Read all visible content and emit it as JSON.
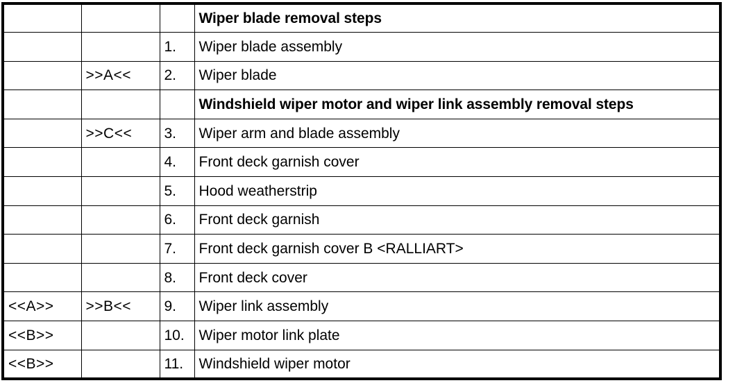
{
  "table": {
    "title": "Wiper blade removal steps table",
    "border_color": "#000000",
    "background_color": "#ffffff",
    "columns": [
      {
        "key": "ref_left",
        "header": ""
      },
      {
        "key": "ref_mid",
        "header": ""
      },
      {
        "key": "number",
        "header": ""
      },
      {
        "key": "description",
        "header": ""
      }
    ],
    "rows": [
      {
        "type": "section",
        "ref_left": "",
        "ref_mid": "",
        "number": "",
        "description": "Wiper blade removal steps"
      },
      {
        "type": "item",
        "ref_left": "",
        "ref_mid": "",
        "number": "1.",
        "description": "Wiper blade assembly"
      },
      {
        "type": "item",
        "ref_left": "",
        "ref_mid": ">>A<<",
        "number": "2.",
        "description": "Wiper blade"
      },
      {
        "type": "section",
        "ref_left": "",
        "ref_mid": "",
        "number": "",
        "description": "Windshield wiper motor and wiper link assembly removal steps"
      },
      {
        "type": "item",
        "ref_left": "",
        "ref_mid": ">>C<<",
        "number": "3.",
        "description": "Wiper arm and blade assembly"
      },
      {
        "type": "item",
        "ref_left": "",
        "ref_mid": "",
        "number": "4.",
        "description": "Front deck garnish cover"
      },
      {
        "type": "item",
        "ref_left": "",
        "ref_mid": "",
        "number": "5.",
        "description": "Hood weatherstrip"
      },
      {
        "type": "item",
        "ref_left": "",
        "ref_mid": "",
        "number": "6.",
        "description": "Front deck garnish"
      },
      {
        "type": "item",
        "ref_left": "",
        "ref_mid": "",
        "number": "7.",
        "description": "Front deck garnish cover B <RALLIART>"
      },
      {
        "type": "item",
        "ref_left": "",
        "ref_mid": "",
        "number": "8.",
        "description": "Front deck cover"
      },
      {
        "type": "item",
        "ref_left": "<<A>>",
        "ref_mid": ">>B<<",
        "number": "9.",
        "description": "Wiper link assembly"
      },
      {
        "type": "item",
        "ref_left": "<<B>>",
        "ref_mid": "",
        "number": "10.",
        "description": "Wiper motor link plate"
      },
      {
        "type": "item",
        "ref_left": "<<B>>",
        "ref_mid": "",
        "number": "11.",
        "description": "Windshield wiper motor"
      }
    ]
  }
}
